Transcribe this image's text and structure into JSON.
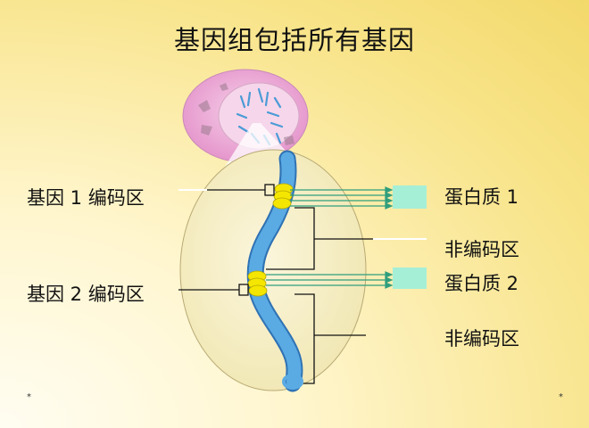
{
  "title": "基因组包括所有基因",
  "labels": {
    "gene1_coding": "基因 1 编码区",
    "gene2_coding": "基因 2 编码区",
    "protein1": "蛋白质 1",
    "noncoding1": "非编码区",
    "protein2": "蛋白质 2",
    "noncoding2": "非编码区"
  },
  "footer": {
    "left_mark": "*",
    "right_mark": "*"
  },
  "colors": {
    "cell": "#e8a4d4",
    "nucleus": "#f3c7e4",
    "chromosome": "#4a9bd6",
    "coding_region": "#f5e600",
    "protein_box": "#a6efd7",
    "arrow": "#2f9e7d",
    "oval": "#f8f1cc"
  }
}
